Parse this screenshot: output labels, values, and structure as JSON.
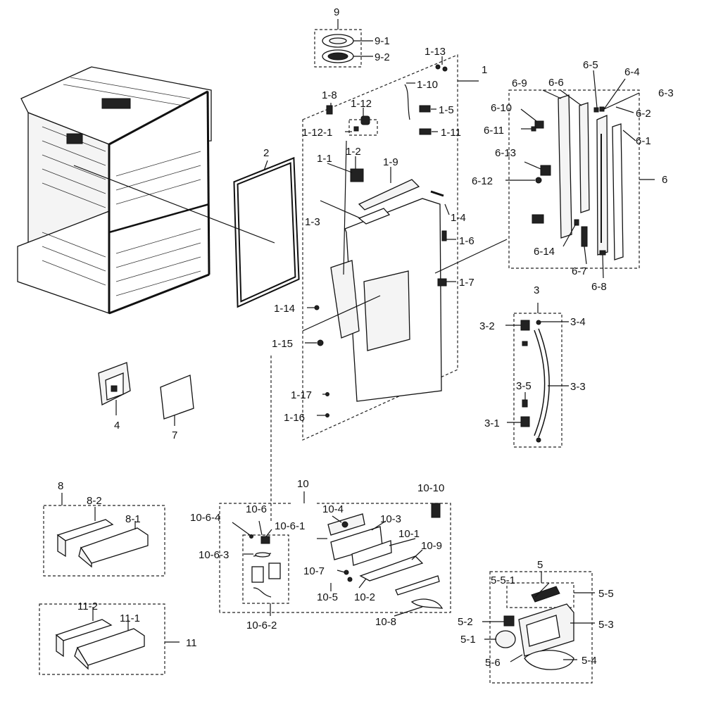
{
  "labels": {
    "l9": "9",
    "l9_1": "9-1",
    "l9_2": "9-2",
    "l1_13": "1-13",
    "l1": "1",
    "l1_10": "1-10",
    "l1_8": "1-8",
    "l1_12": "1-12",
    "l1_5": "1-5",
    "l1_12_1": "1-12-1",
    "l1_11": "1-11",
    "l2": "2",
    "l1_1": "1-1",
    "l1_2": "1-2",
    "l1_9": "1-9",
    "l1_4": "1-4",
    "l1_3": "1-3",
    "l1_6": "1-6",
    "l1_7": "1-7",
    "l1_14": "1-14",
    "l1_15": "1-15",
    "l1_17": "1-17",
    "l1_16": "1-16",
    "l6_9": "6-9",
    "l6_6": "6-6",
    "l6_5": "6-5",
    "l6_4": "6-4",
    "l6_3": "6-3",
    "l6_10": "6-10",
    "l6_2": "6-2",
    "l6_11": "6-11",
    "l6_1": "6-1",
    "l6_13": "6-13",
    "l6_12": "6-12",
    "l6": "6",
    "l6_14": "6-14",
    "l6_7": "6-7",
    "l6_8": "6-8",
    "l3": "3",
    "l3_2": "3-2",
    "l3_4": "3-4",
    "l3_5": "3-5",
    "l3_3": "3-3",
    "l3_1": "3-1",
    "l4": "4",
    "l7": "7",
    "l8": "8",
    "l8_2": "8-2",
    "l8_1": "8-1",
    "l10": "10",
    "l10_10": "10-10",
    "l10_6_4": "10-6-4",
    "l10_6": "10-6",
    "l10_4": "10-4",
    "l10_6_1": "10-6-1",
    "l10_3": "10-3",
    "l10_1": "10-1",
    "l10_6_3": "10-6-3",
    "l10_9": "10-9",
    "l10_7": "10-7",
    "l10_5": "10-5",
    "l10_2": "10-2",
    "l10_6_2": "10-6-2",
    "l10_8": "10-8",
    "l11_2": "11-2",
    "l11_1": "11-1",
    "l11": "11",
    "l5": "5",
    "l5_5_1": "5-5-1",
    "l5_5": "5-5",
    "l5_2": "5-2",
    "l5_3": "5-3",
    "l5_1": "5-1",
    "l5_6": "5-6",
    "l5_4": "5-4"
  }
}
